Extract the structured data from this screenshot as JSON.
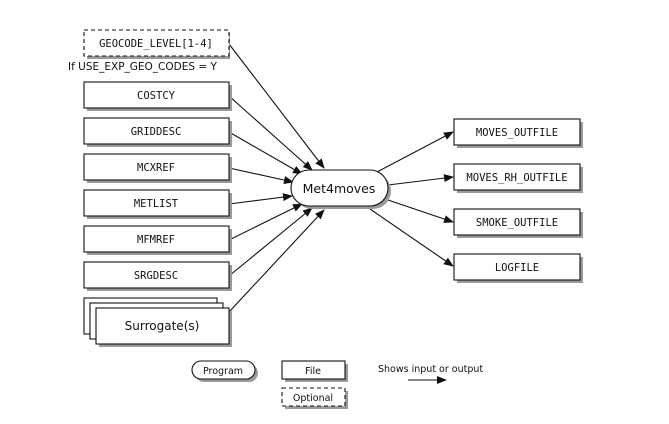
{
  "diagram": {
    "optional_input": "GEOCODE_LEVEL[1-4]",
    "optional_condition": "If USE_EXP_GEO_CODES = Y",
    "inputs": [
      "COSTCY",
      "GRIDDESC",
      "MCXREF",
      "METLIST",
      "MFMREF",
      "SRGDESC"
    ],
    "multi_input": "Surrogate(s)",
    "program": "Met4moves",
    "outputs": [
      "MOVES_OUTFILE",
      "MOVES_RH_OUTFILE",
      "SMOKE_OUTFILE",
      "LOGFILE"
    ]
  },
  "legend": {
    "program": "Program",
    "file": "File",
    "optional": "Optional",
    "arrow": "Shows input or output"
  }
}
